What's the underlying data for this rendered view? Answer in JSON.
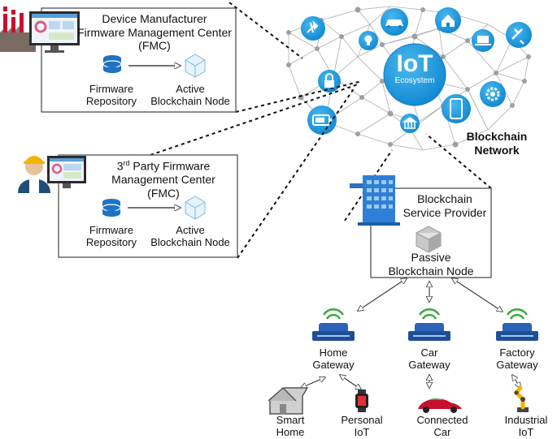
{
  "fmc1": {
    "title_line1": "Device Manufacturer",
    "title_line2": "Firmware Management Center",
    "title_line3": "(FMC)",
    "repo_line1": "Firmware",
    "repo_line2": "Repository",
    "node_line1": "Active",
    "node_line2": "Blockchain Node"
  },
  "fmc2": {
    "title_sup_prefix": "3",
    "title_sup": "rd",
    "title_line1_rest": " Party Firmware",
    "title_line2": "Management Center",
    "title_line3": "(FMC)",
    "repo_line1": "Firmware",
    "repo_line2": "Repository",
    "node_line1": "Active",
    "node_line2": "Blockchain Node"
  },
  "network": {
    "iot_big": "IoT",
    "iot_small": "Ecosystem",
    "label_line1": "Blockchain",
    "label_line2": "Network"
  },
  "provider": {
    "title_line1": "Blockchain",
    "title_line2": "Service Provider",
    "node_line1": "Passive",
    "node_line2": "Blockchain Node"
  },
  "gateways": [
    {
      "line1": "Home",
      "line2": "Gateway"
    },
    {
      "line1": "Car",
      "line2": "Gateway"
    },
    {
      "line1": "Factory",
      "line2": "Gateway"
    }
  ],
  "devices": [
    {
      "line1": "Smart",
      "line2": "Home"
    },
    {
      "line1": "Personal",
      "line2": "IoT"
    },
    {
      "line1": "Connected",
      "line2": "Car"
    },
    {
      "line1": "Industrial",
      "line2": "IoT"
    }
  ],
  "colors": {
    "network_blue": "#1e9be0",
    "network_dark": "#0a78c2",
    "mesh_gray": "#9aa0a6",
    "router_blue": "#2a63b8",
    "wifi_green": "#3aa83a",
    "car_red": "#c8102e"
  },
  "icons": [
    "factory-icon",
    "monitor-icon",
    "database-icon",
    "cube-icon",
    "engineer-icon",
    "building-icon",
    "router-icon",
    "house-icon",
    "smartwatch-icon",
    "car-icon",
    "robot-arm-icon",
    "lightbulb-icon",
    "lock-icon",
    "battery-icon",
    "phone-icon",
    "gear-icon",
    "satellite-icon",
    "laptop-icon"
  ]
}
